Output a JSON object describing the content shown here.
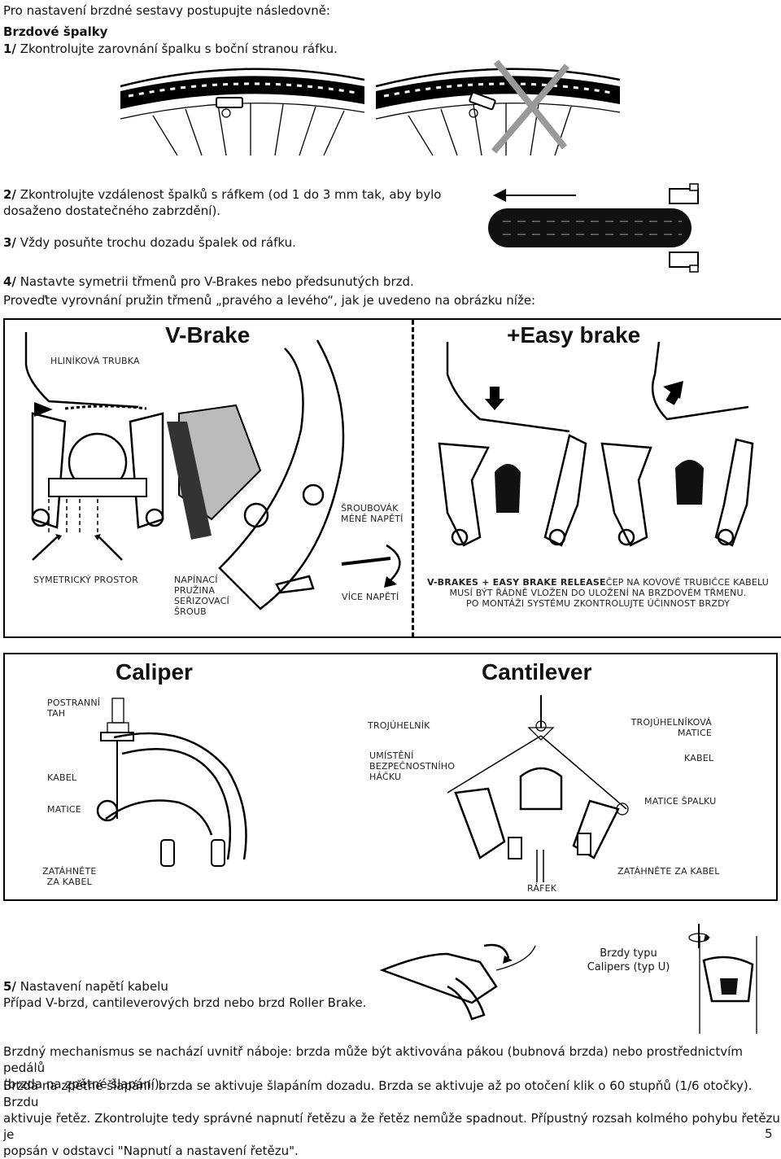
{
  "intro": {
    "heading": "Pro nastavení brzdné sestavy postupujte následovně:",
    "subheading": "Brzdové špalky",
    "step1_num": "1/",
    "step1_text": "Zkontrolujte zarovnání špalku s boční stranou ráfku."
  },
  "steps": {
    "step2_num": "2/",
    "step2_text_line1": "Zkontrolujte vzdálenost špalků s ráfkem (od 1 do 3 mm tak, aby bylo",
    "step2_text_line2": "dosaženo dostatečného zabrzdění).",
    "step3_num": "3/",
    "step3_text": "Vždy posuňte trochu dozadu špalek od ráfku.",
    "step4_num": "4/",
    "step4_text": "Nastavte symetrii třmenů pro V-Brakes nebo předsunutých brzd.",
    "step4_sub": "Proveďte vyrovnání pružin třmenů „pravého a levého“, jak je uvedeno na obrázku níže:"
  },
  "vbrake_panel": {
    "title_left": "V-Brake",
    "title_right": "+Easy brake",
    "label_tube": "HLINÍKOVÁ TRUBKA",
    "label_screwdriver_1": "ŠROUBOVÁK",
    "label_screwdriver_2": "MÉNĚ NAPĚTÍ",
    "label_symmetric": "SYMETRICKÝ PROSTOR",
    "label_spring_1": "NAPÍNACÍ",
    "label_spring_2": "PRUŽINA",
    "label_spring_3": "SEŘIZOVACÍ",
    "label_spring_4": "ŠROUB",
    "label_more": "VÍCE NAPĚTÍ",
    "note_bold": "V-BRAKES + EASY BRAKE RELEASE",
    "note_1": "ČEP NA KOVOVÉ TRUBIČCE KABELU",
    "note_2": "MUSÍ BÝT ŘÁDNĚ VLOŽEN DO ULOŽENÍ NA BRZDOVÉM TŘMENU.",
    "note_3": "PO MONTÁŽI SYSTÉMU ZKONTROLUJTE ÚČINNOST BRZDY"
  },
  "caliper_panel": {
    "title_left": "Caliper",
    "title_right": "Cantilever",
    "label_side_1": "POSTRANNÍ",
    "label_side_2": "TAH",
    "label_cable": "KABEL",
    "label_nut": "MATICE",
    "label_pull_1": "ZATÁHNĚTE",
    "label_pull_2": "ZA KABEL",
    "label_triangle": "TROJÚHELNÍK",
    "label_hook_1": "UMÍSTĚNÍ",
    "label_hook_2": "BEZPEČNOSTNÍHO",
    "label_hook_3": "HÁČKU",
    "label_tri_nut_1": "TROJÚHELNÍKOVÁ",
    "label_tri_nut_2": "MATICE",
    "label_cable_r": "KABEL",
    "label_pad_nut": "MATICE ŠPALKU",
    "label_rim": "RÁFEK",
    "label_pull_r": "ZATÁHNĚTE ZA KABEL"
  },
  "step5": {
    "num": "5/",
    "title": "Nastavení napětí kabelu",
    "sub": "Případ V-brzd, cantileverových brzd nebo brzd Roller Brake.",
    "caliper_label_1": "Brzdy typu",
    "caliper_label_2": "Calipers (typ U)"
  },
  "footer": {
    "p1_line1": "Brzdný mechanismus se nachází uvnitř náboje: brzda může být aktivována pákou (bubnová brzda) nebo prostřednictvím pedálů",
    "p1_line2": "(brzda na zpětné šlapání).",
    "p2_line1": "Brzda na zpětné šlapání: brzda se aktivuje šlapáním dozadu. Brzda se aktivuje až po otočení klik o 60 stupňů (1/6 otočky). Brzdu",
    "p2_line2": "aktivuje řetěz. Zkontrolujte tedy správné napnutí řetězu a že řetěz nemůže spadnout. Přípustný rozsah kolmého pohybu řetězu je",
    "p2_line3": "popsán v odstavci \"Napnutí a nastavení řetězu\".",
    "page_number": "5"
  }
}
